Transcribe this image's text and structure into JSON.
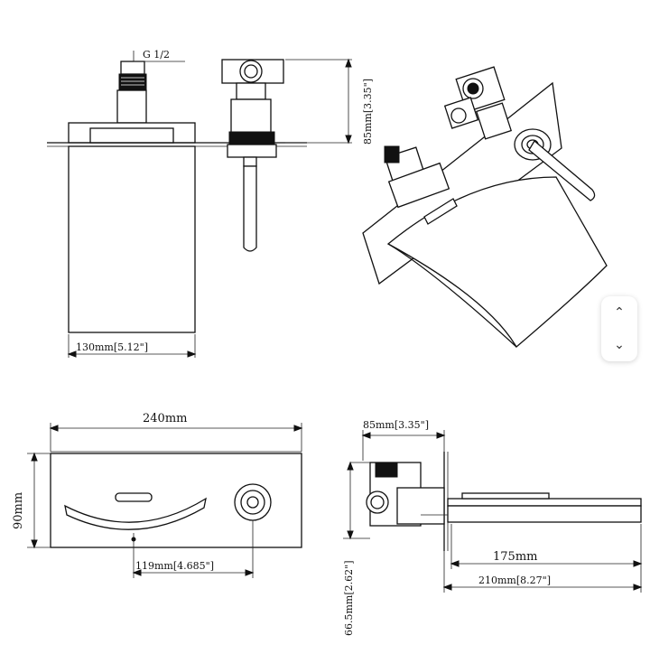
{
  "labels": {
    "g_half": "G 1/2",
    "height_85": "85mm[3.35\"]",
    "width_130": "130mm[5.12\"]",
    "width_240": "240mm",
    "height_90": "90mm",
    "offset_119": "119mm[4.685\"]",
    "depth_85": "85mm[3.35\"]",
    "spout_175": "175mm",
    "total_210": "210mm[8.27\"]",
    "height_66": "66.5mm[2.62\"]"
  },
  "scroll": {
    "up_icon": "chevron-up-icon",
    "down_icon": "chevron-down-icon"
  }
}
